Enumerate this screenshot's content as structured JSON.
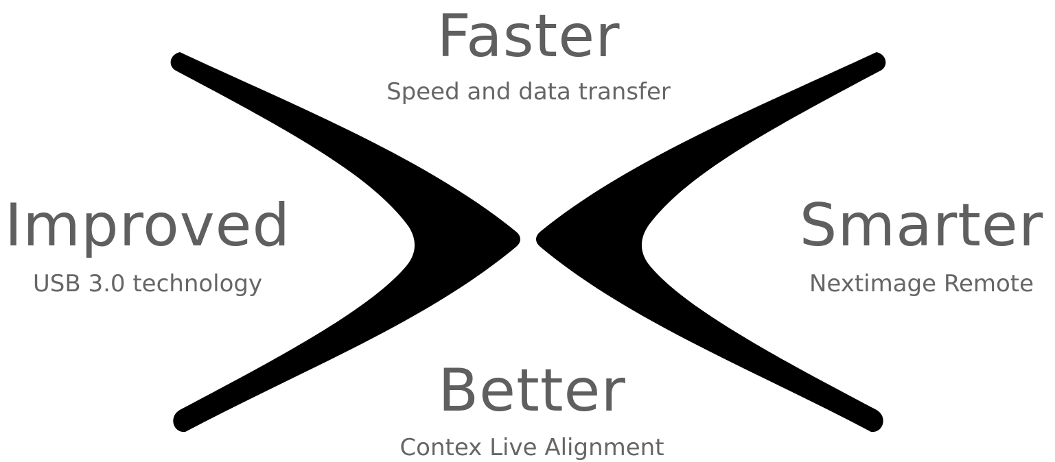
{
  "colors": {
    "chevron": "#000000",
    "text": "#5f5f5f",
    "background": "#ffffff"
  },
  "top": {
    "title": "Faster",
    "subtitle": "Speed and data transfer"
  },
  "left": {
    "title": "Improved",
    "subtitle": "USB 3.0 technology"
  },
  "right": {
    "title": "Smarter",
    "subtitle": "Nextimage Remote"
  },
  "bottom": {
    "title": "Better",
    "subtitle": "Contex Live Alignment"
  }
}
